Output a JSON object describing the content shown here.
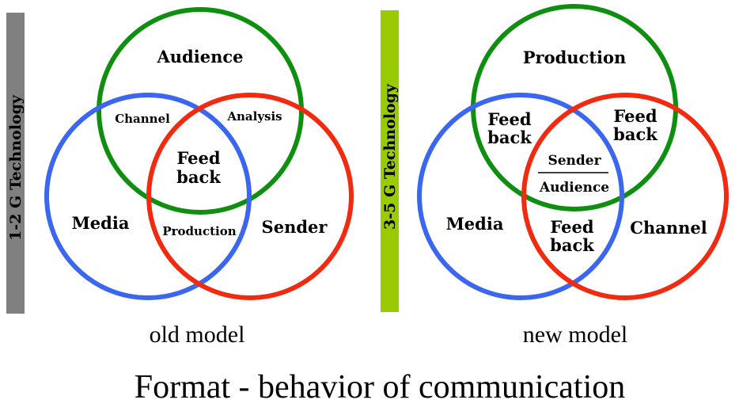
{
  "colors": {
    "green": "#0f8f0f",
    "blue": "#3a66f0",
    "red": "#f22a10",
    "old_bar": "#808080",
    "new_bar": "#99cc00"
  },
  "old_model": {
    "bar_label": "1-2 G Technology",
    "circle_top": "Audience",
    "circle_left": "Media",
    "circle_right": "Sender",
    "overlap_top_left": "Channel",
    "overlap_top_right": "Analysis",
    "overlap_bottom": "Production",
    "center_line1": "Feed",
    "center_line2": "back",
    "caption": "old model"
  },
  "new_model": {
    "bar_label": "3-5 G Technology",
    "circle_top": "Production",
    "circle_left": "Media",
    "circle_right": "Channel",
    "overlap_top_left_line1": "Feed",
    "overlap_top_left_line2": "back",
    "overlap_top_right_line1": "Feed",
    "overlap_top_right_line2": "back",
    "overlap_bottom_line1": "Feed",
    "overlap_bottom_line2": "back",
    "center_top": "Sender",
    "center_bottom": "Audience",
    "caption": "new model"
  },
  "title": "Format - behavior of communication"
}
